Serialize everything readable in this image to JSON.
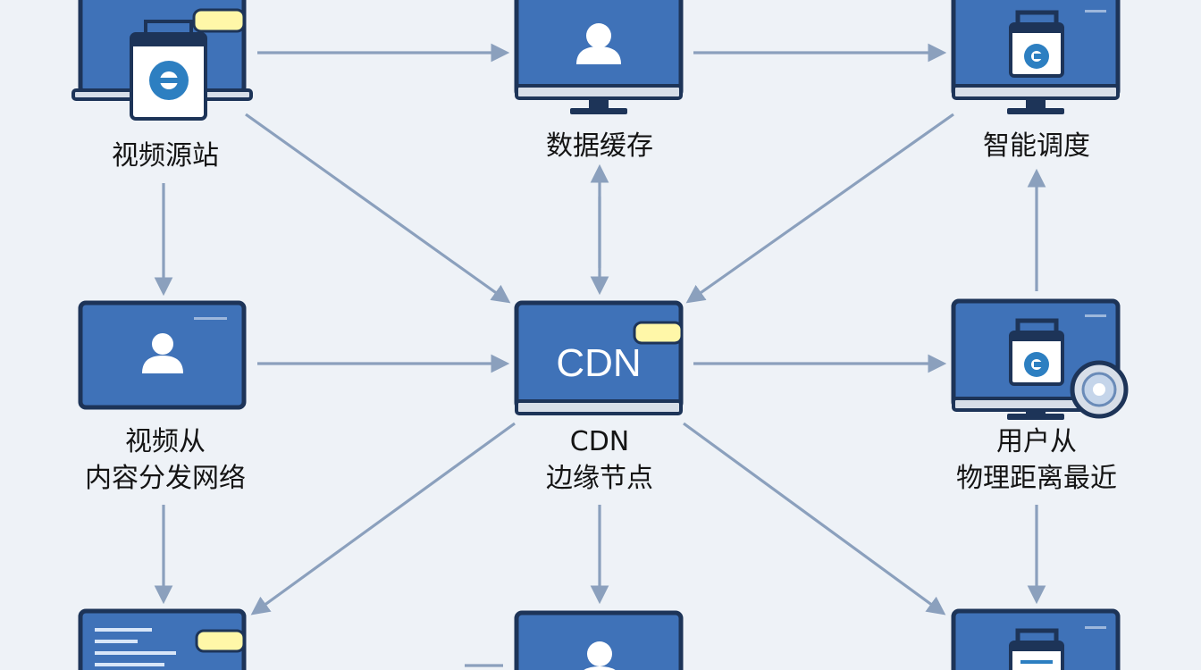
{
  "nodes": {
    "video_origin": {
      "label": "视频源站"
    },
    "data_cache": {
      "label": "数据缓存"
    },
    "smart_scheduling": {
      "label": "智能调度"
    },
    "video_from_cdn": {
      "label_line1": "视频从",
      "label_line2": "内容分发网络"
    },
    "cdn_edge": {
      "screen_text": "CDN",
      "label_line1": "CDN",
      "label_line2": "边缘节点"
    },
    "user_nearest": {
      "label_line1": "用户从",
      "label_line2": "物理距离最近"
    }
  },
  "colors": {
    "background": "#eef2f7",
    "screen": "#3f72b8",
    "outline": "#1d3458",
    "arrow": "#8ba0bd",
    "tag": "#fff7a8",
    "icon_white": "#ffffff"
  },
  "icons": {
    "video_origin": "tablet-lock-icon",
    "data_cache": "user-icon",
    "smart_scheduling": "lock-icon",
    "video_from_cdn": "user-icon",
    "user_nearest": "globe-lock-icon"
  }
}
